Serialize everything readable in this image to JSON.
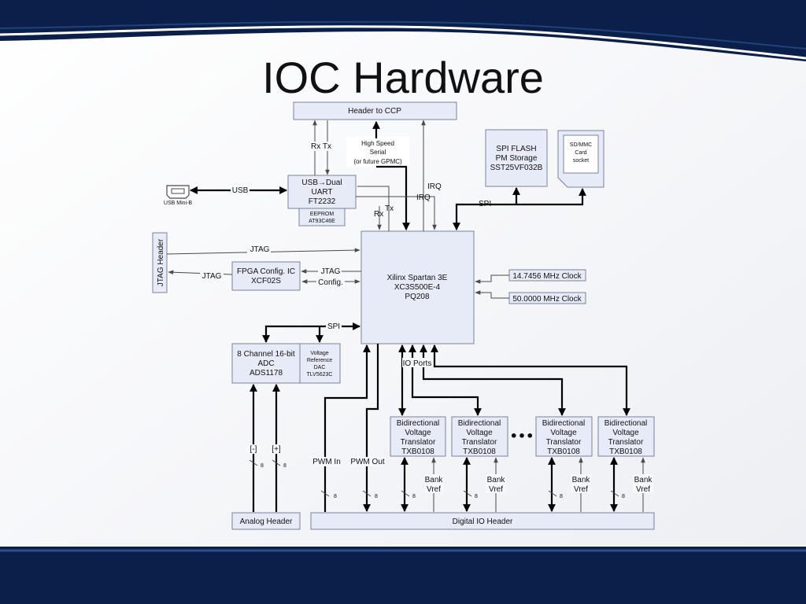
{
  "title": "IOC Hardware",
  "blocks": {
    "header_ccp": "Header to CCP",
    "high_speed": [
      "High Speed",
      "Serial",
      "(or future GPMC)"
    ],
    "spi_flash": [
      "SPI FLASH",
      "PM Storage",
      "SST25VF032B"
    ],
    "sd_card": [
      "SD/MMC",
      "Card",
      "socket"
    ],
    "usb_uart": [
      "USB→Dual",
      "UART",
      "FT2232"
    ],
    "eeprom": [
      "EEPROM",
      "AT93C46E"
    ],
    "usb_mini": "USB Mini-B",
    "jtag_header": "JTAG Header",
    "fpga_config": [
      "FPGA Config. IC",
      "XCF02S"
    ],
    "fpga": [
      "Xilinx Spartan 3E",
      "XC3S500E-4",
      "PQ208"
    ],
    "clock1": "14.7456 MHz Clock",
    "clock2": "50.0000 MHz Clock",
    "adc": [
      "8 Channel 16-bit",
      "ADC",
      "ADS1178"
    ],
    "vref_dac": [
      "Voltage",
      "Reference",
      "DAC",
      "TLV5623C"
    ],
    "translator": [
      "Bidirectional",
      "Voltage",
      "Translator",
      "TXB0108"
    ],
    "analog_header": "Analog Header",
    "digital_header": "Digital IO Header"
  },
  "signals": {
    "rx_tx": "Rx Tx",
    "tx": "Tx",
    "rx": "Rx",
    "irq": "IRQ",
    "spi": "SPI",
    "usb": "USB",
    "jtag": "JTAG",
    "config": "Config.",
    "io_ports": "IO Ports",
    "minus": "[-]",
    "plus": "[+]",
    "bus_width": "8",
    "pwm_in": "PWM In",
    "pwm_out": "PWM Out",
    "bank_vref": [
      "Bank",
      "Vref"
    ],
    "ellipsis": "•••"
  }
}
